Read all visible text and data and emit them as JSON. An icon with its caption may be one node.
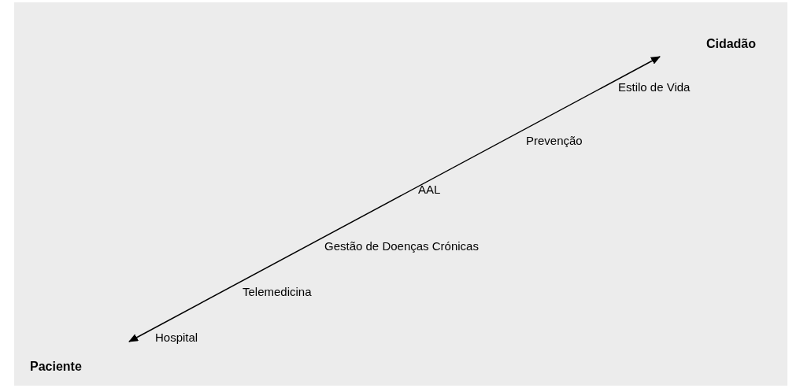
{
  "diagram": {
    "nodes": [
      {
        "text": [
          "Paciente"
        ]
      },
      {
        "text": [
          "Cidadão"
        ]
      }
    ],
    "edges": [
      {
        "from": 0,
        "to": 1,
        "arrow": "both"
      }
    ],
    "labels": [
      "Estilo de Vida",
      "Prevenção",
      "AAL",
      "Gestão de Doenças Crónicas",
      "Telemedicina",
      "Hospital"
    ]
  }
}
